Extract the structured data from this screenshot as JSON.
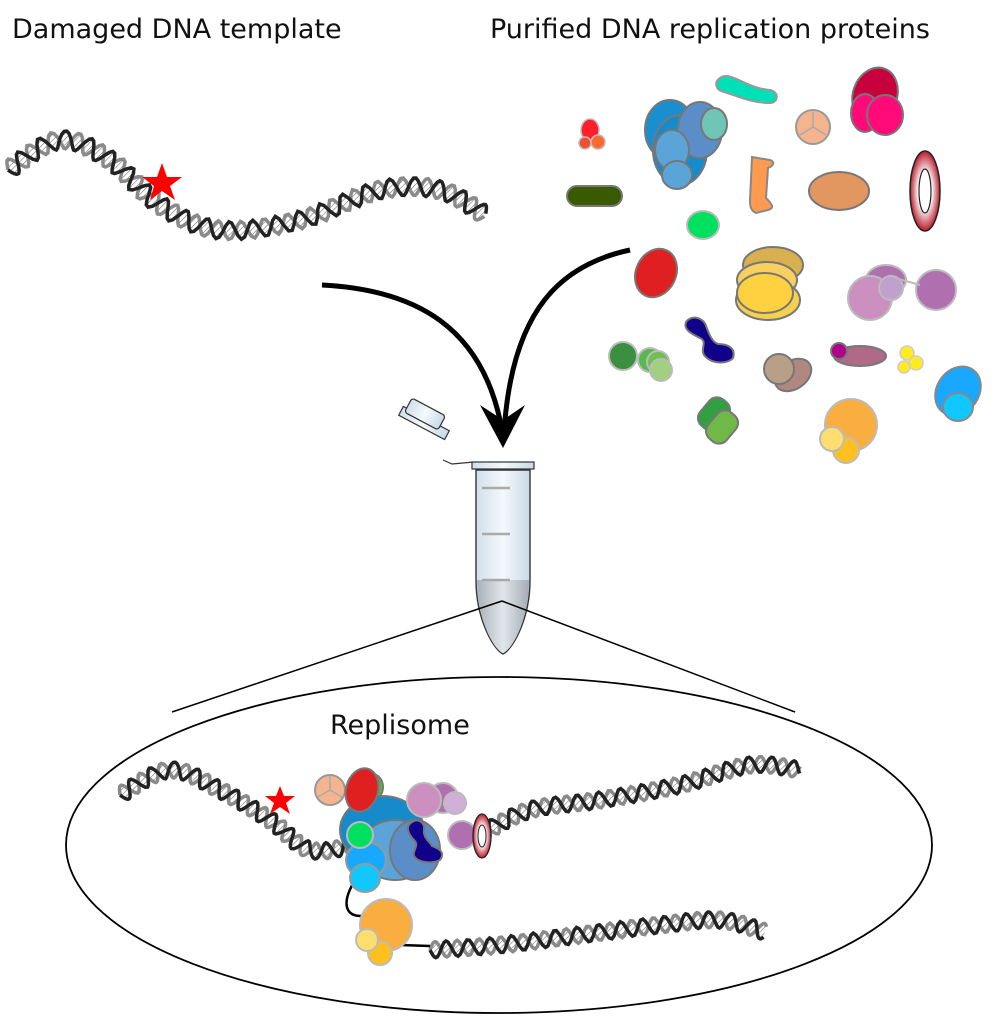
{
  "labels": {
    "template": "Damaged DNA template",
    "proteins": "Purified DNA replication proteins",
    "replisome": "Replisome"
  },
  "colors": {
    "damage_star": "#ff0000",
    "dna_dark": "#222222",
    "dna_light": "#8a8a8a",
    "arrow": "#000000",
    "protein_outline": "#7a7a7a"
  },
  "proteins": [
    {
      "name": "red-orange-cluster",
      "colors": [
        "#ff1f2b",
        "#ff6a2a",
        "#f05030"
      ]
    },
    {
      "name": "blue-helicase-complex",
      "colors": [
        "#1a8fd0",
        "#5b9bd5",
        "#6fc5b6"
      ]
    },
    {
      "name": "teal-bar",
      "colors": [
        "#00e0b8"
      ]
    },
    {
      "name": "peach-trimer",
      "colors": [
        "#f4b48e"
      ]
    },
    {
      "name": "crimson-pink-complex",
      "colors": [
        "#c8003c",
        "#ff0a78"
      ]
    },
    {
      "name": "dark-green-bar",
      "colors": [
        "#3a5a00"
      ]
    },
    {
      "name": "orange-bracket",
      "colors": [
        "#ff9a50"
      ]
    },
    {
      "name": "tan-oval",
      "colors": [
        "#e29660"
      ]
    },
    {
      "name": "pcna-ring",
      "colors": [
        "#c0202e"
      ]
    },
    {
      "name": "green-circle",
      "colors": [
        "#00e060"
      ]
    },
    {
      "name": "red-oval",
      "colors": [
        "#e02020"
      ]
    },
    {
      "name": "yellow-stack",
      "colors": [
        "#ffd040",
        "#d8b050"
      ]
    },
    {
      "name": "purple-dimer",
      "colors": [
        "#b070b0",
        "#cc90c0",
        "#c0a0cc"
      ]
    },
    {
      "name": "navy-polymerase",
      "colors": [
        "#10008a"
      ]
    },
    {
      "name": "green-triplet",
      "colors": [
        "#3a9040",
        "#5ab850",
        "#a0d080"
      ]
    },
    {
      "name": "brown-pair",
      "colors": [
        "#b8a088",
        "#b08880"
      ]
    },
    {
      "name": "magenta-oval",
      "colors": [
        "#b0008a",
        "#b06a88"
      ]
    },
    {
      "name": "yellow-triplet",
      "colors": [
        "#ffec20"
      ]
    },
    {
      "name": "sky-blue-pair",
      "colors": [
        "#18a8ff",
        "#10c8ff"
      ]
    },
    {
      "name": "green-pills",
      "colors": [
        "#30a040",
        "#70b848"
      ]
    },
    {
      "name": "orange-cluster",
      "colors": [
        "#fbae40",
        "#ffde70",
        "#ffc020"
      ]
    }
  ]
}
